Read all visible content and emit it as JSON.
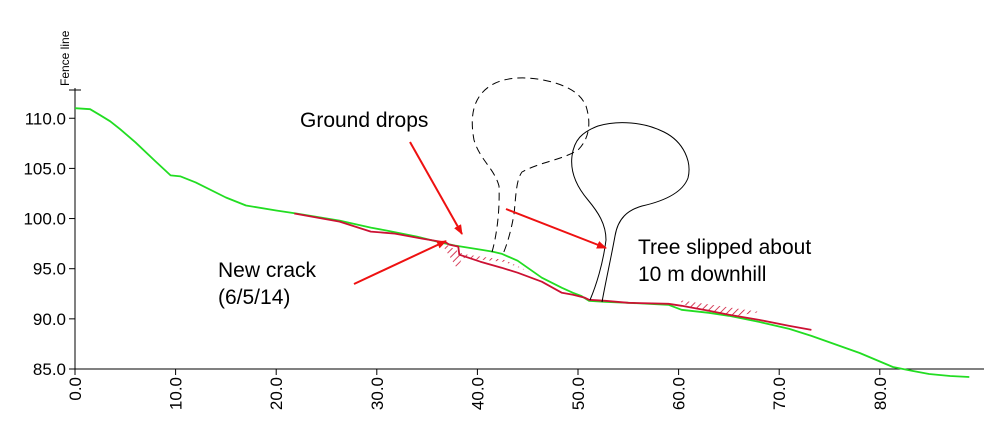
{
  "chart_data": {
    "type": "line",
    "title": "",
    "xlabel": "",
    "ylabel": "",
    "fence_label": "Fence line",
    "xlim": [
      0,
      90
    ],
    "ylim": [
      85,
      112
    ],
    "x_ticks": [
      "0.0",
      "10.0",
      "20.0",
      "30.0",
      "40.0",
      "50.0",
      "60.0",
      "70.0",
      "80.0"
    ],
    "y_ticks": [
      "85.0",
      "90.0",
      "95.0",
      "100.0",
      "105.0",
      "110.0"
    ],
    "series": [
      {
        "color": "#22dd22",
        "points": [
          [
            0,
            111
          ],
          [
            1.5,
            110.9
          ],
          [
            2.5,
            110.3
          ],
          [
            3.5,
            109.7
          ],
          [
            4.5,
            108.9
          ],
          [
            6,
            107.6
          ],
          [
            8,
            105.7
          ],
          [
            9.5,
            104.3
          ],
          [
            10.5,
            104.2
          ],
          [
            12,
            103.6
          ],
          [
            15,
            102.1
          ],
          [
            17,
            101.3
          ],
          [
            20,
            100.8
          ],
          [
            22,
            100.5
          ],
          [
            26.3,
            99.8
          ],
          [
            29.4,
            99.1
          ],
          [
            31,
            98.8
          ],
          [
            34,
            98.2
          ],
          [
            36.4,
            97.6
          ],
          [
            37.8,
            97.3
          ],
          [
            40.3,
            96.9
          ],
          [
            41.5,
            96.7
          ],
          [
            42.4,
            96.5
          ],
          [
            44,
            95.8
          ],
          [
            46.4,
            94.1
          ],
          [
            48.4,
            93.1
          ],
          [
            49.5,
            92.6
          ],
          [
            50.3,
            92.3
          ],
          [
            51.1,
            91.8
          ],
          [
            52.7,
            91.7
          ],
          [
            55,
            91.6
          ],
          [
            59,
            91.4
          ],
          [
            60.3,
            90.9
          ],
          [
            63,
            90.6
          ],
          [
            65,
            90.3
          ],
          [
            68,
            89.7
          ],
          [
            71,
            89.0
          ],
          [
            73.2,
            88.3
          ],
          [
            78,
            86.6
          ],
          [
            80.6,
            85.5
          ],
          [
            81.3,
            85.2
          ],
          [
            83.3,
            84.8
          ],
          [
            84.9,
            84.5
          ],
          [
            87,
            84.3
          ],
          [
            88.9,
            84.2
          ]
        ]
      },
      {
        "color": "#cc1133",
        "points": [
          [
            21.8,
            100.5
          ],
          [
            26.3,
            99.7
          ],
          [
            29.4,
            98.7
          ],
          [
            31.8,
            98.5
          ],
          [
            34.5,
            98.0
          ],
          [
            36.9,
            97.6
          ],
          [
            37.2,
            97.4
          ],
          [
            38.1,
            97.2
          ],
          [
            38.2,
            96.4
          ],
          [
            40.3,
            95.7
          ],
          [
            42.4,
            95.1
          ],
          [
            44,
            94.6
          ],
          [
            46.4,
            93.7
          ],
          [
            48.4,
            92.6
          ],
          [
            49.5,
            92.4
          ],
          [
            50.7,
            92.1
          ],
          [
            51.1,
            91.9
          ],
          [
            52.7,
            91.8
          ],
          [
            55,
            91.6
          ],
          [
            59,
            91.5
          ],
          [
            60.3,
            91.3
          ],
          [
            63,
            90.8
          ],
          [
            65,
            90.4
          ],
          [
            68,
            89.9
          ],
          [
            71,
            89.3
          ],
          [
            73.2,
            88.9
          ]
        ]
      }
    ],
    "annotations": [
      "Ground drops",
      "New crack",
      "(6/5/14)",
      "Tree slipped about",
      "10 m downhill"
    ]
  }
}
